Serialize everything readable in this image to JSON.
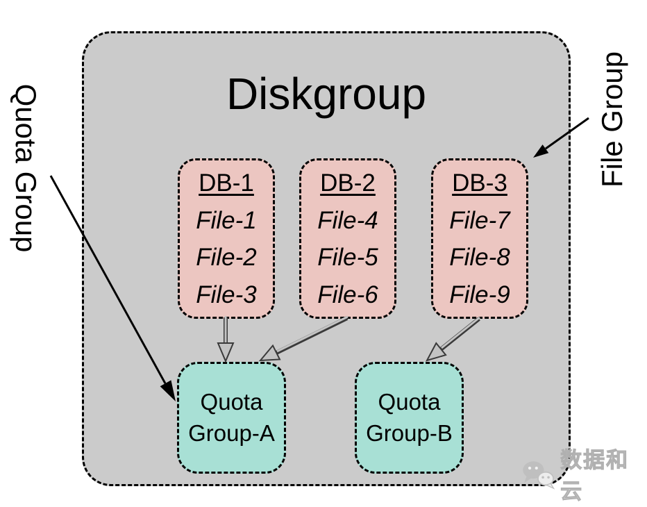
{
  "title": "Diskgroup",
  "labels": {
    "left": "Quota Group",
    "right": "File Group"
  },
  "db_groups": [
    {
      "name": "DB-1",
      "files": [
        "File-1",
        "File-2",
        "File-3"
      ]
    },
    {
      "name": "DB-2",
      "files": [
        "File-4",
        "File-5",
        "File-6"
      ]
    },
    {
      "name": "DB-3",
      "files": [
        "File-7",
        "File-8",
        "File-9"
      ]
    }
  ],
  "quota_groups": [
    {
      "line1": "Quota",
      "line2": "Group-A"
    },
    {
      "line1": "Quota",
      "line2": "Group-B"
    }
  ],
  "watermark": {
    "text": "数据和云"
  },
  "colors": {
    "diskgroup_bg": "#cbcbcb",
    "db_box_bg": "#ecc6c1",
    "quota_box_bg": "#a8e0d5",
    "border": "#000000",
    "hollow_arrow_fill": "#c3c3c3",
    "hollow_arrow_stroke": "#3a3a3a",
    "watermark_gray": "#bfbfbf"
  }
}
